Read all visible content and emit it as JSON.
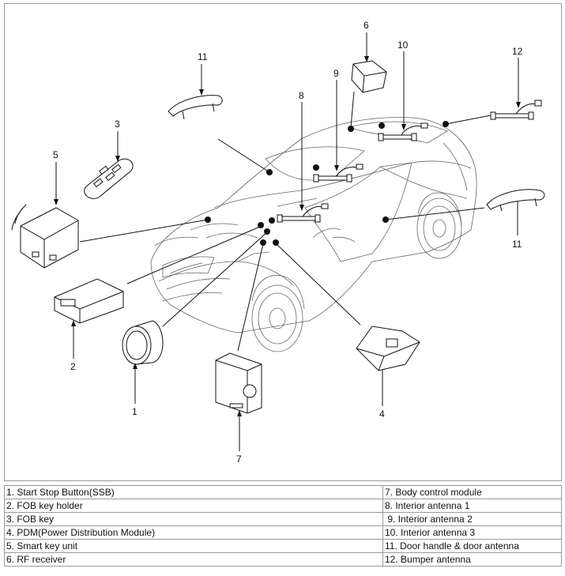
{
  "diagram": {
    "callouts": [
      "11",
      "3",
      "5",
      "6",
      "9",
      "10",
      "8",
      "12",
      "11",
      "2",
      "1",
      "7",
      "4"
    ]
  },
  "legend": {
    "left": [
      "1. Start Stop Button(SSB)",
      "2. FOB key holder",
      "3. FOB key",
      "4. PDM(Power Distribution Module)",
      "5. Smart key unit",
      "6. RF receiver"
    ],
    "right": [
      "7. Body control module",
      "8. Interior antenna 1",
      " 9. Interior antenna 2",
      "10. Interior antenna 3",
      "11. Door handle & door antenna",
      "12. Bumper antenna"
    ]
  }
}
